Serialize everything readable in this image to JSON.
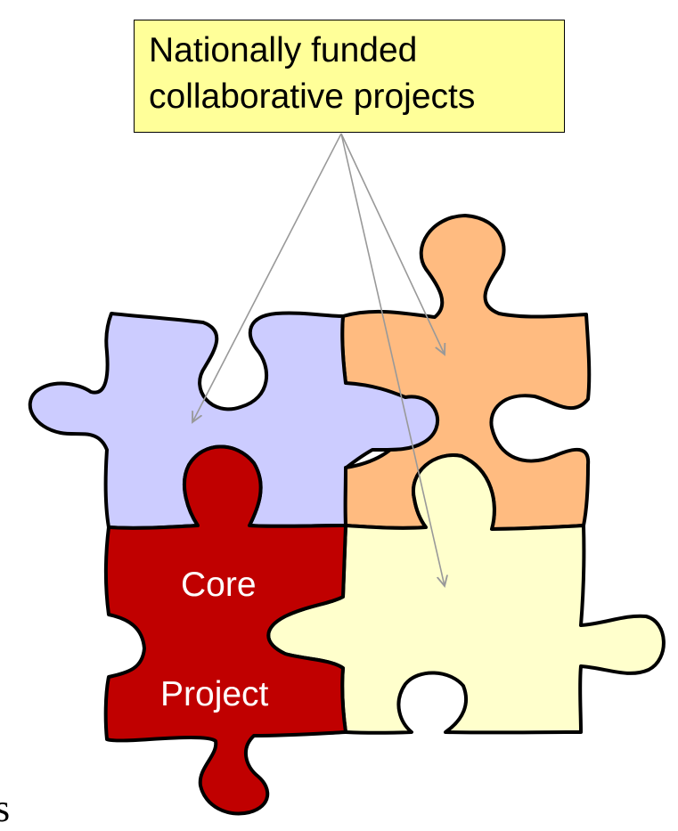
{
  "callout": {
    "line1": "Nationally funded",
    "line2": "collaborative projects"
  },
  "core_piece": {
    "line1": "Core",
    "line2": "Project"
  },
  "edge_fragment": "s",
  "colors": {
    "callout_fill": "#ffff99",
    "piece_lavender": "#ccccff",
    "piece_orange": "#ffbb80",
    "piece_cream": "#ffffcc",
    "piece_core": "#c00000",
    "arrow": "#999999"
  }
}
